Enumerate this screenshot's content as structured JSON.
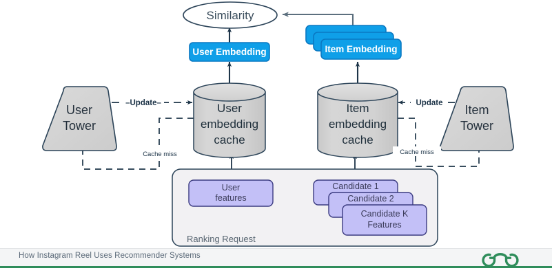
{
  "diagram": {
    "title_node": {
      "label": "Similarity"
    },
    "user_branch": {
      "tower": {
        "label_line1": "User",
        "label_line2": "Tower"
      },
      "embedding": {
        "label": "User Embedding"
      },
      "cache": {
        "label_line1": "User",
        "label_line2": "embedding",
        "label_line3": "cache"
      },
      "update_edge": {
        "label": "–Update–"
      },
      "cache_miss_edge": {
        "label": "Cache miss"
      },
      "features": {
        "label_line1": "User",
        "label_line2": "features"
      }
    },
    "item_branch": {
      "tower": {
        "label_line1": "Item",
        "label_line2": "Tower"
      },
      "embedding": {
        "label": "Item Embedding"
      },
      "cache": {
        "label_line1": "Item",
        "label_line2": "embedding",
        "label_line3": "cache"
      },
      "update_edge": {
        "label": "Update"
      },
      "cache_miss_edge": {
        "label": "Cache miss"
      },
      "candidates": [
        {
          "label_line1": "Candidate 1",
          "label_line2": ""
        },
        {
          "label_line1": "Candidate 2",
          "label_line2": ""
        },
        {
          "label_line1": "Candidate K",
          "label_line2": "Features"
        }
      ]
    },
    "ranking_request": {
      "label": "Ranking Request"
    }
  },
  "footer": {
    "caption": "How Instagram Reel Uses Recommender Systems",
    "logo_name": "geeksforgeeks-logo"
  },
  "colors": {
    "embedding_blue": "#0f9fe8",
    "embedding_blue_border": "#0a78c2",
    "tower_gray": "#d2d2d2",
    "cache_gray": "#d0d0d0",
    "stroke_navy": "#1d3448",
    "feature_lavender": "#c3c0f7",
    "feature_border": "#3b3b80",
    "ranking_fill": "#f2f1f3",
    "ranking_border": "#2b4358",
    "footer_green": "#2f8d5b",
    "footer_bg": "#f4f5f6"
  }
}
